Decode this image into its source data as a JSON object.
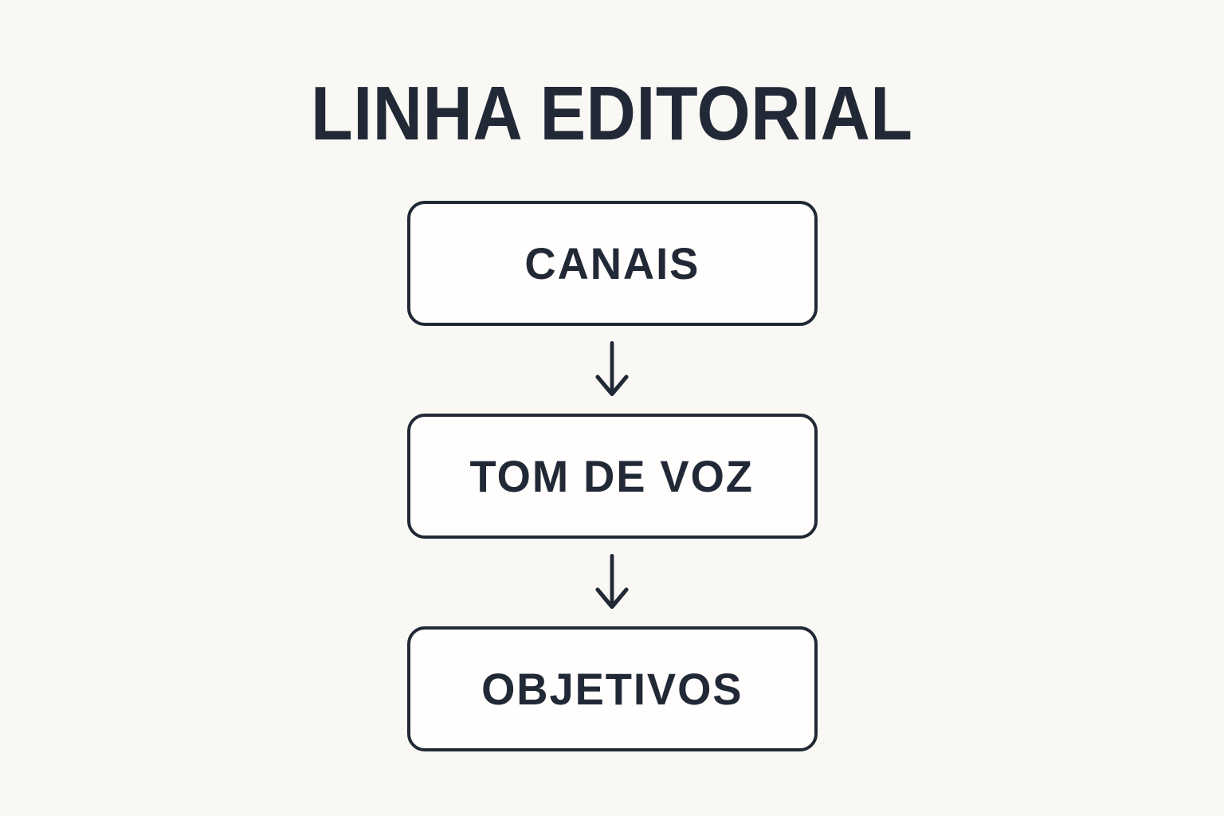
{
  "title": "LINHA EDITORIAL",
  "flowchart": {
    "nodes": [
      {
        "label": "CANAIS"
      },
      {
        "label": "TOM DE VOZ"
      },
      {
        "label": "OBJETIVOS"
      }
    ],
    "connector": "down-arrow"
  },
  "colors": {
    "ink": "#222936",
    "background": "#faf8f4",
    "node_fill": "#fffefd"
  }
}
